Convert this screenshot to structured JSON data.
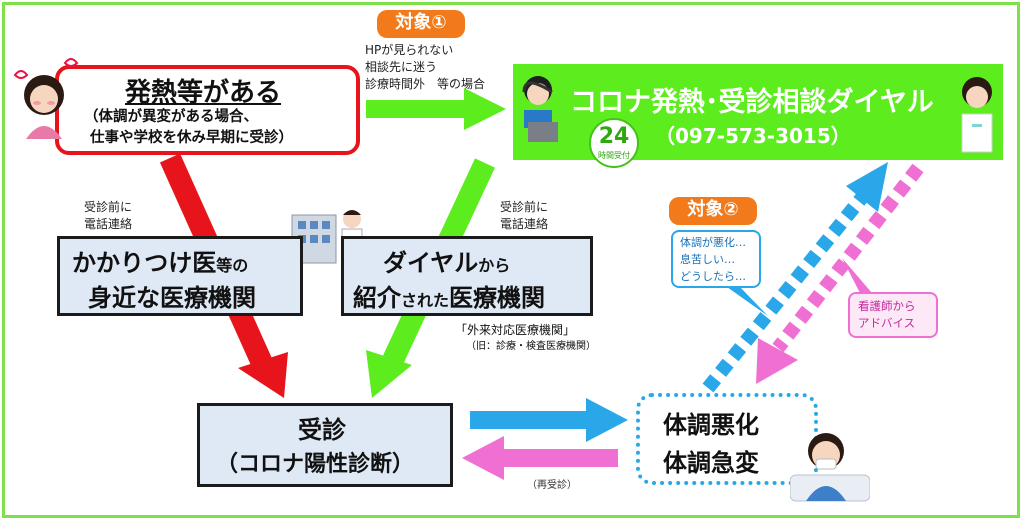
{
  "fever": {
    "title": "発熱等がある",
    "note_line1": "（体調が異変がある場合、",
    "note_line2": "仕事や学校を休み早期に受診）"
  },
  "target1": {
    "label": "対象①"
  },
  "target2": {
    "label": "対象②"
  },
  "dial_condition": {
    "line1": "HPが見られない",
    "line2": "相談先に迷う",
    "line3": "診療時間外　等の場合"
  },
  "dial": {
    "title": "コロナ発熱･受診相談ダイヤル",
    "phone": "（097-573-3015）",
    "badge_number": "24",
    "badge_text": "時間受付"
  },
  "prior_call_left": {
    "line1": "受診前に",
    "line2": "電話連絡"
  },
  "prior_call_right": {
    "line1": "受診前に",
    "line2": "電話連絡"
  },
  "clinic": {
    "line1_main": "かかりつけ医",
    "line1_small": "等の",
    "line2": "身近な医療機関"
  },
  "referred": {
    "line1_main": "ダイヤル",
    "line1_small": "から",
    "line2_a": "紹介",
    "line2_small": "された",
    "line2_b": "医療機関",
    "note1": "「外来対応医療機関」",
    "note2": "（旧：診療・検査医療機関）"
  },
  "exam": {
    "line1": "受診",
    "line2": "（コロナ陽性診断）"
  },
  "worsen": {
    "line1": "体調悪化",
    "line2": "体調急変"
  },
  "callout_blue": {
    "line1": "体調が悪化…",
    "line2": "息苦しい…",
    "line3": "どうしたら…"
  },
  "callout_pink": {
    "line1": "看護師から",
    "line2": "アドバイス"
  },
  "revisit": {
    "label": "（再受診）"
  },
  "colors": {
    "red": "#e8141c",
    "green": "#5ded1e",
    "blue": "#2aa7e8",
    "pink": "#f06fd2",
    "orange": "#f27a1a",
    "box_fill": "#dfe8f5"
  }
}
